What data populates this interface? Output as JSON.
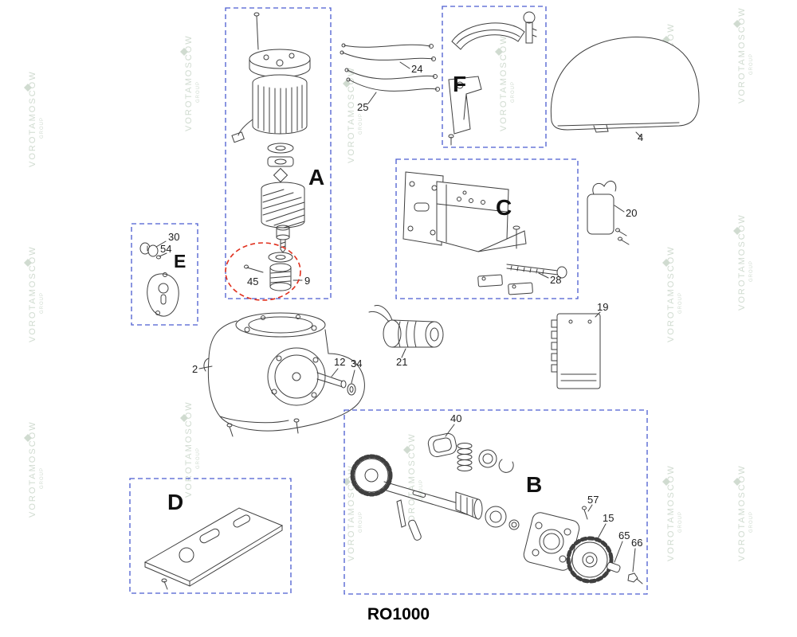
{
  "title": "RO1000",
  "watermark": {
    "text": "VOROTAMOSCOW",
    "sub": "GROUP"
  },
  "sections": {
    "a": "A",
    "b": "B",
    "c": "C",
    "d": "D",
    "e": "E",
    "f": "F"
  },
  "parts": {
    "2": "2",
    "4": "4",
    "9": "9",
    "12": "12",
    "15": "15",
    "19": "19",
    "20": "20",
    "21": "21",
    "24": "24",
    "25": "25",
    "28": "28",
    "30": "30",
    "34": "34",
    "40": "40",
    "45": "45",
    "54": "54",
    "57": "57",
    "65": "65",
    "66": "66"
  },
  "colors": {
    "box": "#4a5cd0",
    "highlight": "#e0301e",
    "line": "#3f3f3f",
    "watermark": "#a9bda9"
  }
}
